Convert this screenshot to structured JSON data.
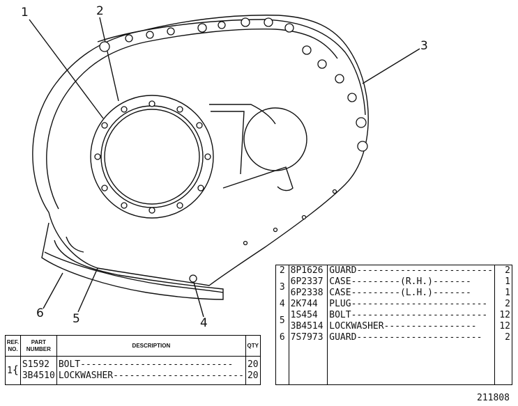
{
  "figure_number": "211808",
  "callouts": [
    "1",
    "2",
    "3",
    "4",
    "5",
    "6"
  ],
  "left_table": {
    "headers": {
      "ref": "REF. NO.",
      "part": "PART NUMBER",
      "desc": "DESCRIPTION",
      "qty": "QTY"
    },
    "ref": "1",
    "rows": [
      {
        "part": "S1592",
        "desc": "BOLT----------------------------",
        "qty": "20"
      },
      {
        "part": "3B4510",
        "desc": "LOCKWASHER------------------------",
        "qty": "20"
      }
    ]
  },
  "right_table": {
    "rows": [
      {
        "ref": "2",
        "part": "8P1626",
        "desc": "GUARD-------------------------",
        "qty": "2"
      },
      {
        "ref": "3",
        "part": "6P2337",
        "desc": "CASE---------(R.H.)-------",
        "qty": "1"
      },
      {
        "ref": "",
        "part": "6P2338",
        "desc": "CASE---------(L.H.)-------",
        "qty": "1"
      },
      {
        "ref": "4",
        "part": "2K744",
        "desc": "PLUG-------------------------",
        "qty": "2"
      },
      {
        "ref": "5",
        "part": "1S454",
        "desc": "BOLT-------------------------",
        "qty": "12"
      },
      {
        "ref": "",
        "part": "3B4514",
        "desc": "LOCKWASHER-----------------",
        "qty": "12"
      },
      {
        "ref": "6",
        "part": "7S7973",
        "desc": "GUARD-----------------------",
        "qty": "2"
      }
    ]
  }
}
